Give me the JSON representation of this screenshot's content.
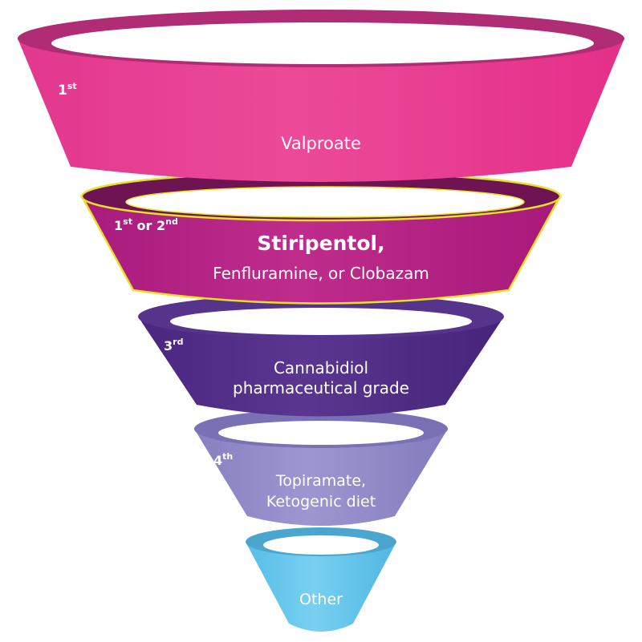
{
  "colors": {
    "tier1": "#e8358c",
    "tier1_rim": "#b02d75",
    "tier2": "#b11e80",
    "tier2_rim": "#6e1452",
    "tier2_outline": "#e6e02a",
    "tier3": "#4f2a82",
    "tier3_rim": "#5b3a91",
    "tier4": "#8e87c4",
    "tier4_rim": "#7b73b6",
    "tier5": "#5fc3e8",
    "tier5_rim": "#49a9d2"
  },
  "tiers": [
    {
      "rank": "1",
      "rank_sup": "st",
      "labels": [
        "Valproate"
      ]
    },
    {
      "rank": "1",
      "rank_sup": "st",
      "rank_join": " or 2",
      "rank_sup2": "nd",
      "title": "Stiripentol,",
      "labels": [
        "Fenfluramine, or Clobazam"
      ]
    },
    {
      "rank": "3",
      "rank_sup": "rd",
      "labels": [
        "Cannabidiol",
        "pharmaceutical grade"
      ]
    },
    {
      "rank": "4",
      "rank_sup": "th",
      "labels": [
        "Topiramate,",
        "Ketogenic diet"
      ]
    },
    {
      "labels": [
        "Other"
      ]
    }
  ]
}
